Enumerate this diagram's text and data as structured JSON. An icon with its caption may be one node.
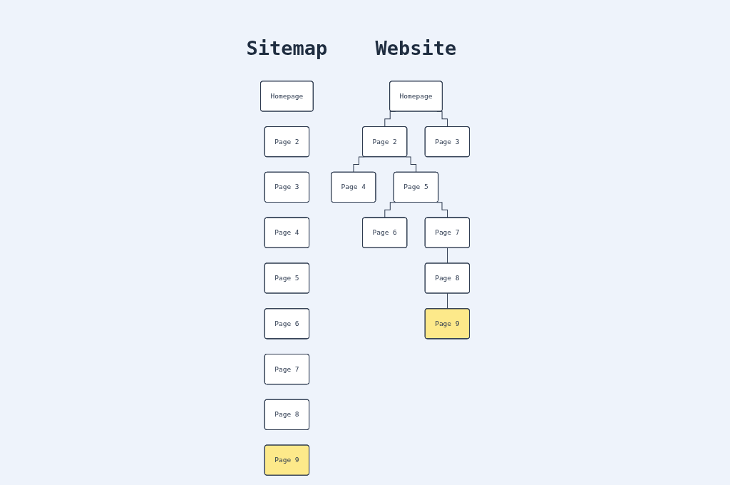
{
  "diagram": {
    "nodes": [
      {
        "text": [
          "Homepage"
        ]
      },
      {
        "text": [
          "Page 2"
        ]
      },
      {
        "text": [
          "Page 3"
        ]
      },
      {
        "text": [
          "Page 4"
        ]
      },
      {
        "text": [
          "Page 5"
        ]
      },
      {
        "text": [
          "Page 6"
        ]
      },
      {
        "text": [
          "Page 7"
        ]
      },
      {
        "text": [
          "Page 8"
        ]
      },
      {
        "text": [
          "Page 9"
        ]
      },
      {
        "text": [
          "Homepage"
        ]
      },
      {
        "text": [
          "Page 2"
        ]
      },
      {
        "text": [
          "Page 3"
        ]
      },
      {
        "text": [
          "Page 4"
        ]
      },
      {
        "text": [
          "Page 5"
        ]
      },
      {
        "text": [
          "Page 6"
        ]
      },
      {
        "text": [
          "Page 7"
        ]
      },
      {
        "text": [
          "Page 8"
        ]
      },
      {
        "text": [
          "Page 9"
        ]
      }
    ],
    "edges": [
      {
        "from": 9,
        "to": 10,
        "arrow": "none"
      },
      {
        "from": 9,
        "to": 11,
        "arrow": "none"
      },
      {
        "from": 10,
        "to": 12,
        "arrow": "none"
      },
      {
        "from": 10,
        "to": 13,
        "arrow": "none"
      },
      {
        "from": 13,
        "to": 14,
        "arrow": "none"
      },
      {
        "from": 13,
        "to": 15,
        "arrow": "none"
      },
      {
        "from": 15,
        "to": 16,
        "arrow": "none"
      },
      {
        "from": 16,
        "to": 17,
        "arrow": "none"
      }
    ],
    "labels": [
      "Sitemap",
      "Website"
    ]
  }
}
